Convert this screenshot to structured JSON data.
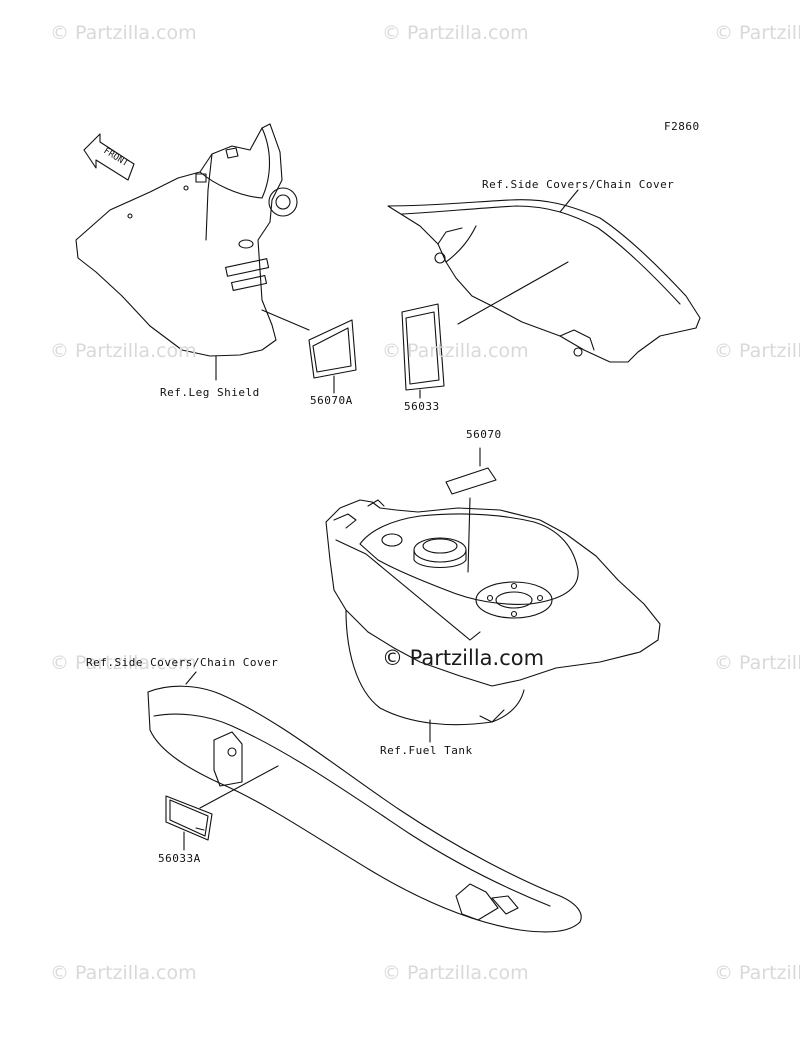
{
  "diagram_id": "F2860",
  "watermark": "© Partzilla.com",
  "labels": {
    "ref_side_covers_top": "Ref.Side Covers/Chain Cover",
    "ref_leg_shield": "Ref.Leg Shield",
    "ref_side_covers_left": "Ref.Side Covers/Chain Cover",
    "ref_fuel_tank": "Ref.Fuel Tank",
    "front": "FRONT"
  },
  "parts": {
    "p56070A": "56070A",
    "p56033": "56033",
    "p56070": "56070",
    "p56033A": "56033A"
  }
}
